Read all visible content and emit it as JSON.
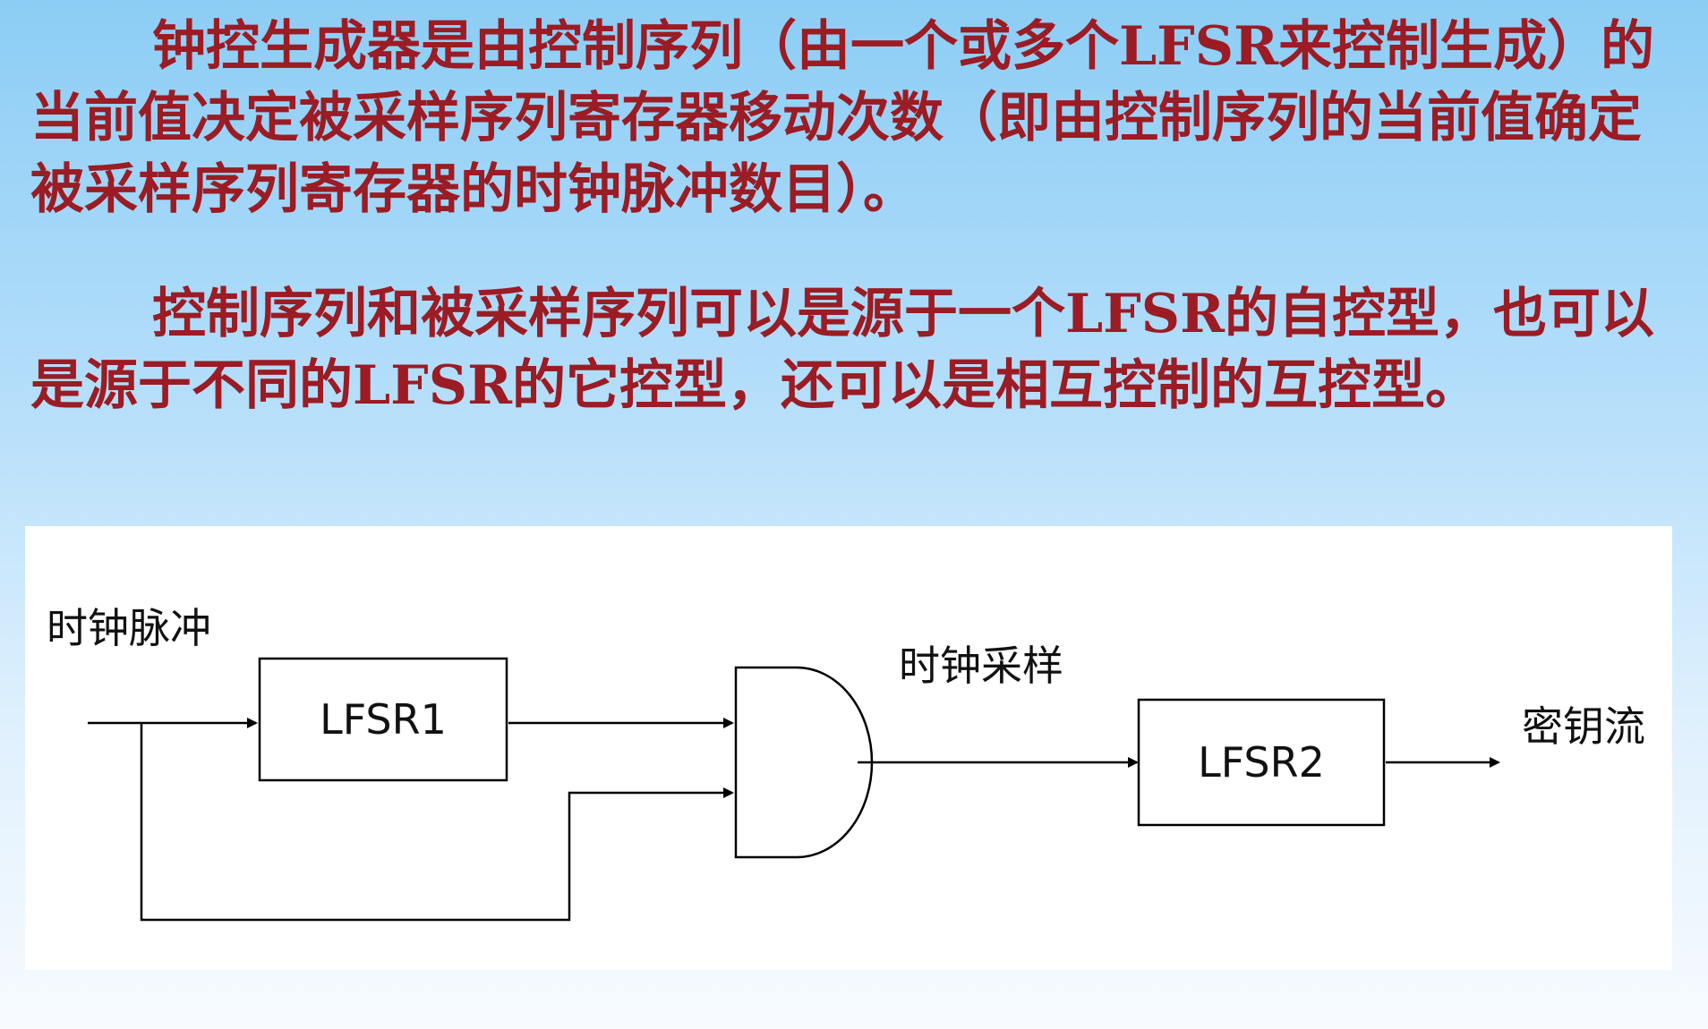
{
  "paragraphs": [
    "钟控生成器是由控制序列（由一个或多个LFSR来控制生成）的当前值决定被采样序列寄存器移动次数（即由控制序列的当前值确定被采样序列寄存器的时钟脉冲数目）。",
    "控制序列和被采样序列可以是源于一个LFSR的自控型，也可以是源于不同的LFSR的它控型，还可以是相互控制的互控型。"
  ],
  "diagram": {
    "input_label": "时钟脉冲",
    "box1_label": "LFSR1",
    "gate_output_label": "时钟采样",
    "box2_label": "LFSR2",
    "output_label": "密钥流"
  },
  "colors": {
    "text": "#9b1c24",
    "line": "#000000"
  }
}
